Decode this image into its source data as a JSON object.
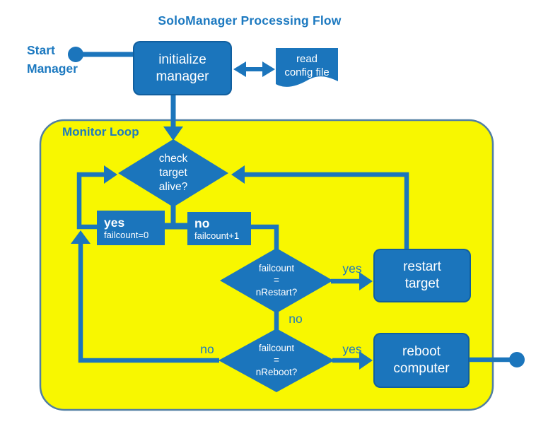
{
  "title": "SoloManager Processing Flow",
  "colors": {
    "shape_blue": "#1b75bc",
    "text_blue": "#1c79c0",
    "container_yellow": "#f8f700",
    "container_border": "#517fa3",
    "node_text": "#ffffff",
    "background": "#ffffff"
  },
  "start": {
    "label": "Start\nManager"
  },
  "monitor_loop": {
    "label": "Monitor Loop"
  },
  "nodes": {
    "initialize": {
      "label": "initialize\nmanager"
    },
    "read_config": {
      "label": "read\nconfig file"
    },
    "check_alive": {
      "label": "check\ntarget\nalive?"
    },
    "yes_branch": {
      "title": "yes",
      "detail": "failcount=0"
    },
    "no_branch": {
      "title": "no",
      "detail": "failcount+1"
    },
    "restart_check": {
      "label": "failcount\n=\nnRestart?"
    },
    "restart_target": {
      "label": "restart\ntarget"
    },
    "reboot_check": {
      "label": "failcount\n=\nnReboot?"
    },
    "reboot_computer": {
      "label": "reboot\ncomputer"
    }
  },
  "edge_labels": {
    "restart_yes": "yes",
    "between_no": "no",
    "reboot_no": "no",
    "reboot_yes": "yes"
  },
  "icons": {
    "start_terminal": "start-dot",
    "end_terminal": "end-dot"
  }
}
